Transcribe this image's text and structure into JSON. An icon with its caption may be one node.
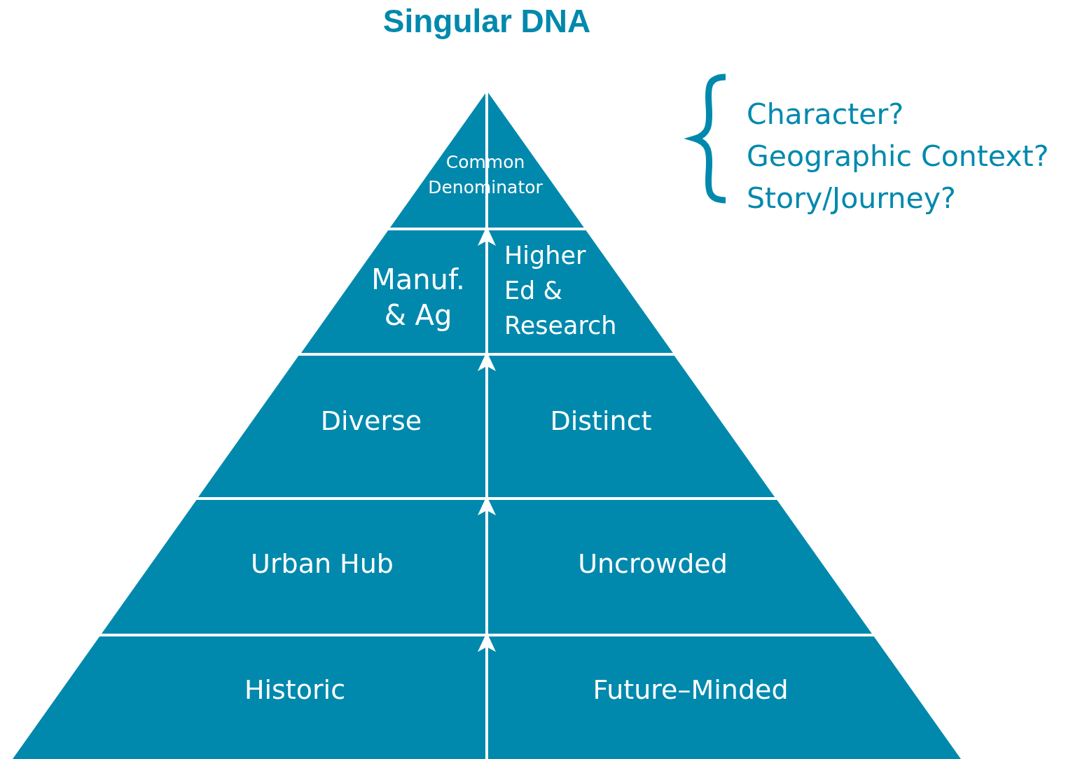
{
  "diagram": {
    "nodes": [
      {
        "text": [
          "Singular DNA"
        ]
      },
      {
        "text": [
          "Common Denominator"
        ]
      },
      {
        "text": [
          "Manuf. & Ag",
          "Higher Ed & Research"
        ]
      },
      {
        "text": [
          "Diverse",
          "Distinct"
        ]
      },
      {
        "text": [
          "Urban Hub",
          "Uncrowded"
        ]
      },
      {
        "text": [
          "Historic",
          "Future–Minded"
        ]
      }
    ],
    "edges": [
      {
        "from": 5,
        "to": 4,
        "arrow": "to"
      },
      {
        "from": 4,
        "to": 3,
        "arrow": "to"
      },
      {
        "from": 3,
        "to": 2,
        "arrow": "to"
      },
      {
        "from": 2,
        "to": 1,
        "arrow": "to"
      },
      {
        "from": 1,
        "to": 0,
        "arrow": "to"
      }
    ],
    "labels": [
      "Character?",
      "Geographic Context?",
      "Story/Journey?"
    ]
  }
}
